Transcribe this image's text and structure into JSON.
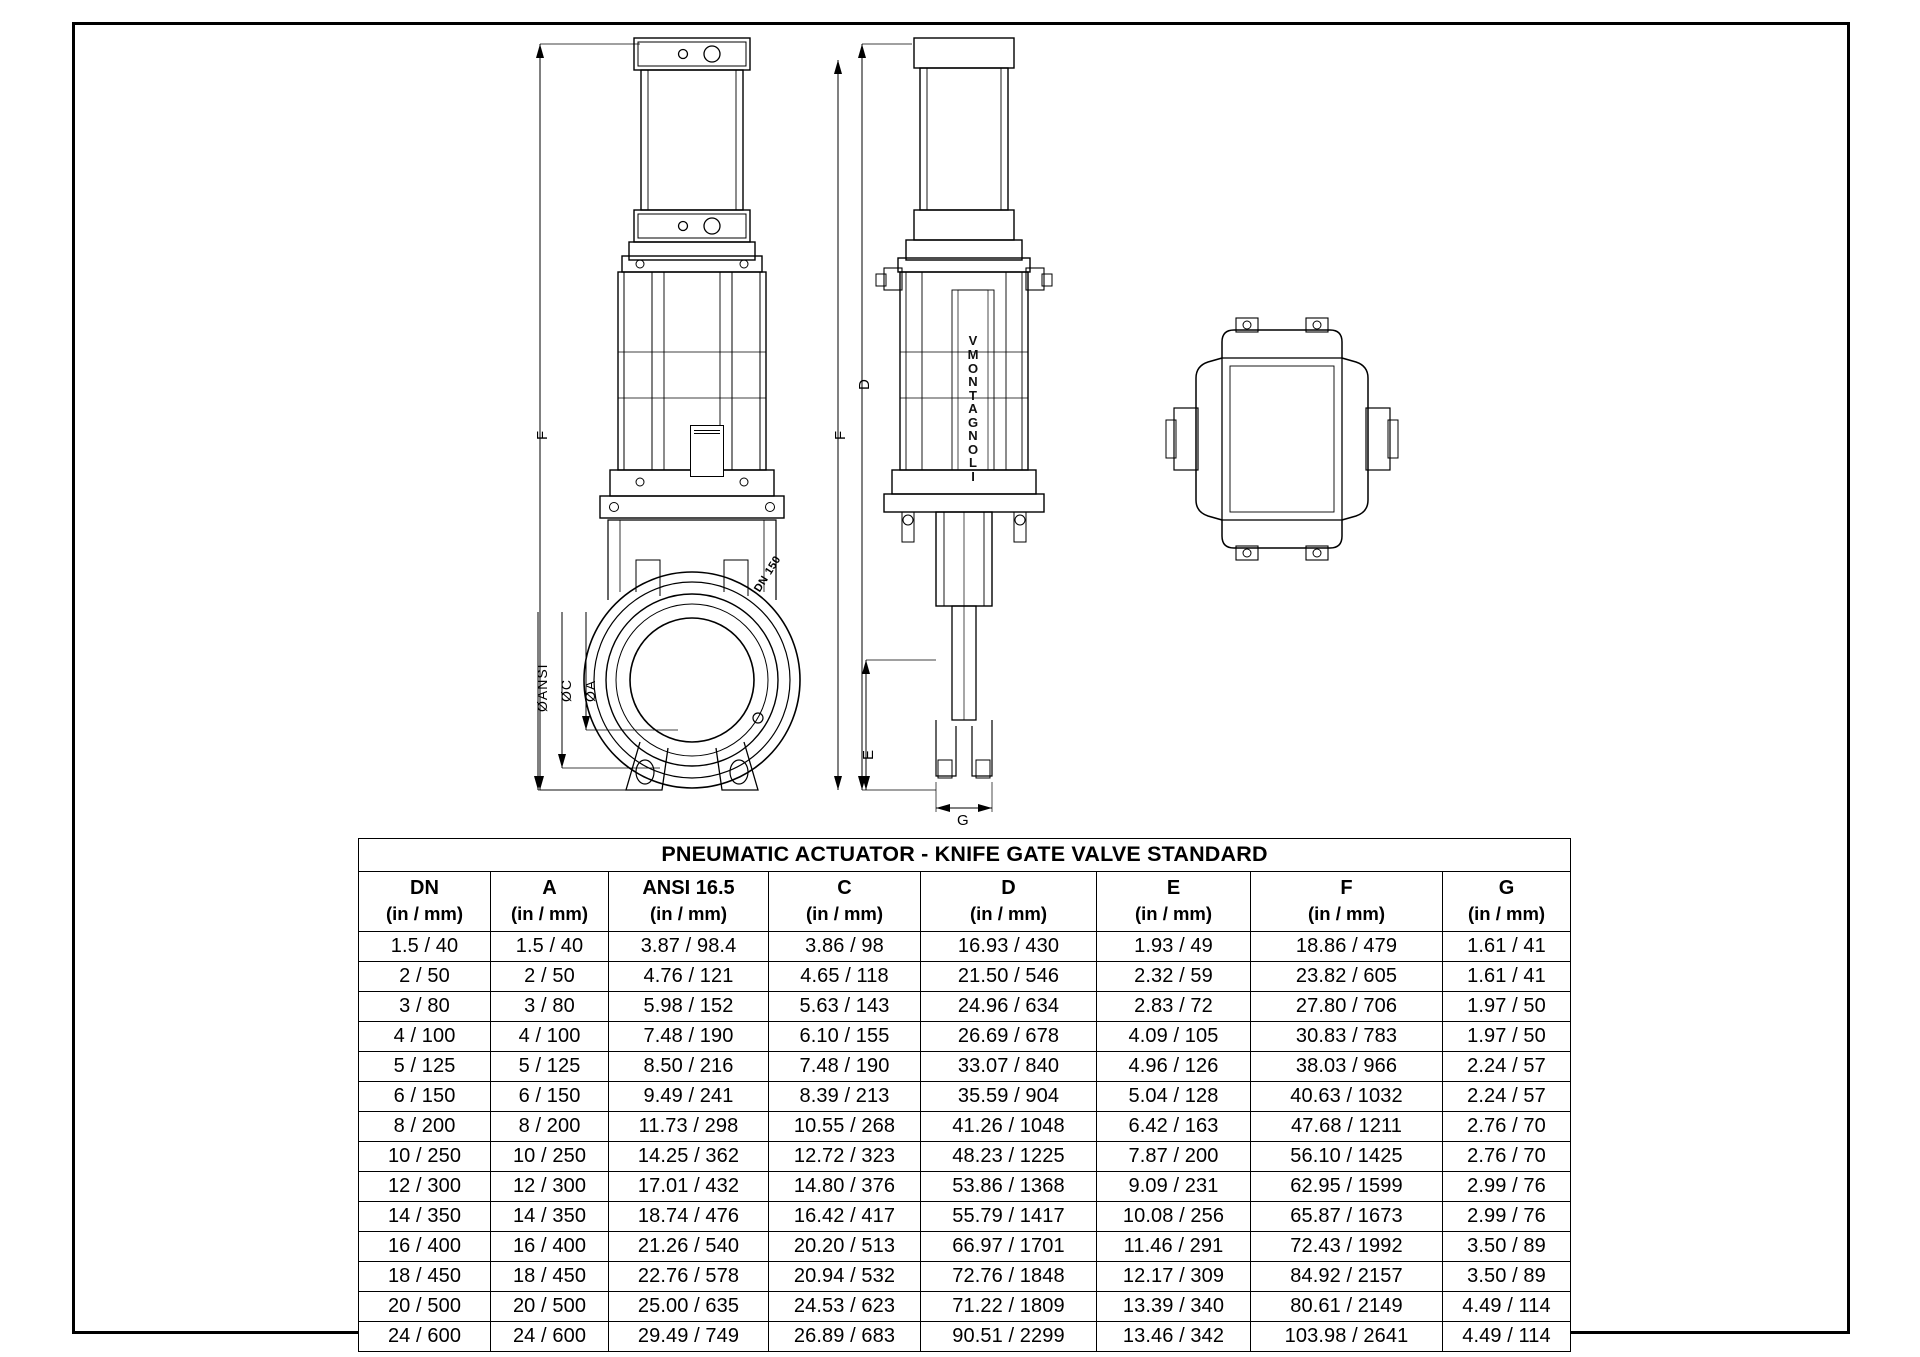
{
  "drawing": {
    "title_block": "PNEUMATIC ACTUATOR - KNIFE GATE VALVE STANDARD",
    "brand": "MONTAGNOLI",
    "brand_logo_glyph": "V",
    "nameplate_text": "DN 150",
    "dimension_labels": {
      "front_F": "F",
      "side_F": "F",
      "side_D": "D",
      "side_E": "E",
      "side_G": "G",
      "dia_ansi": "ØANSI",
      "dia_c": "ØC",
      "dia_a": "ØA"
    },
    "views": [
      {
        "name": "front-elevation-view"
      },
      {
        "name": "side-elevation-view"
      },
      {
        "name": "top-plan-view"
      }
    ]
  },
  "table": {
    "title": "PNEUMATIC ACTUATOR - KNIFE GATE VALVE STANDARD",
    "columns": [
      {
        "label": "DN",
        "unit": "(in / mm)"
      },
      {
        "label": "A",
        "unit": "(in / mm)"
      },
      {
        "label": "ANSI 16.5",
        "unit": "(in / mm)"
      },
      {
        "label": "C",
        "unit": "(in / mm)"
      },
      {
        "label": "D",
        "unit": "(in / mm)"
      },
      {
        "label": "E",
        "unit": "(in / mm)"
      },
      {
        "label": "F",
        "unit": "(in / mm)"
      },
      {
        "label": "G",
        "unit": "(in / mm)"
      }
    ],
    "rows": [
      [
        "1.5 / 40",
        "1.5 / 40",
        "3.87 / 98.4",
        "3.86 / 98",
        "16.93 / 430",
        "1.93 / 49",
        "18.86 / 479",
        "1.61 / 41"
      ],
      [
        "2 / 50",
        "2 / 50",
        "4.76 / 121",
        "4.65 / 118",
        "21.50 / 546",
        "2.32 / 59",
        "23.82 / 605",
        "1.61 / 41"
      ],
      [
        "3 / 80",
        "3 / 80",
        "5.98 / 152",
        "5.63 / 143",
        "24.96 / 634",
        "2.83 / 72",
        "27.80 / 706",
        "1.97 / 50"
      ],
      [
        "4 / 100",
        "4 / 100",
        "7.48 / 190",
        "6.10 / 155",
        "26.69 / 678",
        "4.09 / 105",
        "30.83 / 783",
        "1.97 / 50"
      ],
      [
        "5 / 125",
        "5 / 125",
        "8.50 / 216",
        "7.48 / 190",
        "33.07 / 840",
        "4.96 / 126",
        "38.03 / 966",
        "2.24 / 57"
      ],
      [
        "6 / 150",
        "6 / 150",
        "9.49 / 241",
        "8.39 / 213",
        "35.59 / 904",
        "5.04 / 128",
        "40.63 / 1032",
        "2.24 / 57"
      ],
      [
        "8 / 200",
        "8 / 200",
        "11.73 / 298",
        "10.55 / 268",
        "41.26 / 1048",
        "6.42 / 163",
        "47.68 / 1211",
        "2.76 / 70"
      ],
      [
        "10 / 250",
        "10 / 250",
        "14.25 / 362",
        "12.72 / 323",
        "48.23 / 1225",
        "7.87 / 200",
        "56.10 / 1425",
        "2.76 / 70"
      ],
      [
        "12 / 300",
        "12 / 300",
        "17.01 / 432",
        "14.80 / 376",
        "53.86 / 1368",
        "9.09 / 231",
        "62.95 / 1599",
        "2.99 / 76"
      ],
      [
        "14 / 350",
        "14 / 350",
        "18.74 / 476",
        "16.42 / 417",
        "55.79 / 1417",
        "10.08 / 256",
        "65.87 / 1673",
        "2.99 / 76"
      ],
      [
        "16 / 400",
        "16 / 400",
        "21.26 / 540",
        "20.20 / 513",
        "66.97 / 1701",
        "11.46 / 291",
        "72.43 / 1992",
        "3.50 / 89"
      ],
      [
        "18 / 450",
        "18 / 450",
        "22.76 / 578",
        "20.94 / 532",
        "72.76 / 1848",
        "12.17 / 309",
        "84.92 / 2157",
        "3.50 / 89"
      ],
      [
        "20 / 500",
        "20 / 500",
        "25.00 / 635",
        "24.53 / 623",
        "71.22 / 1809",
        "13.39 / 340",
        "80.61 / 2149",
        "4.49 / 114"
      ],
      [
        "24  / 600",
        "24  / 600",
        "29.49 / 749",
        "26.89 / 683",
        "90.51 / 2299",
        "13.46 / 342",
        "103.98 / 2641",
        "4.49 / 114"
      ]
    ]
  },
  "colors": {
    "line": "#000000",
    "background": "#ffffff"
  }
}
